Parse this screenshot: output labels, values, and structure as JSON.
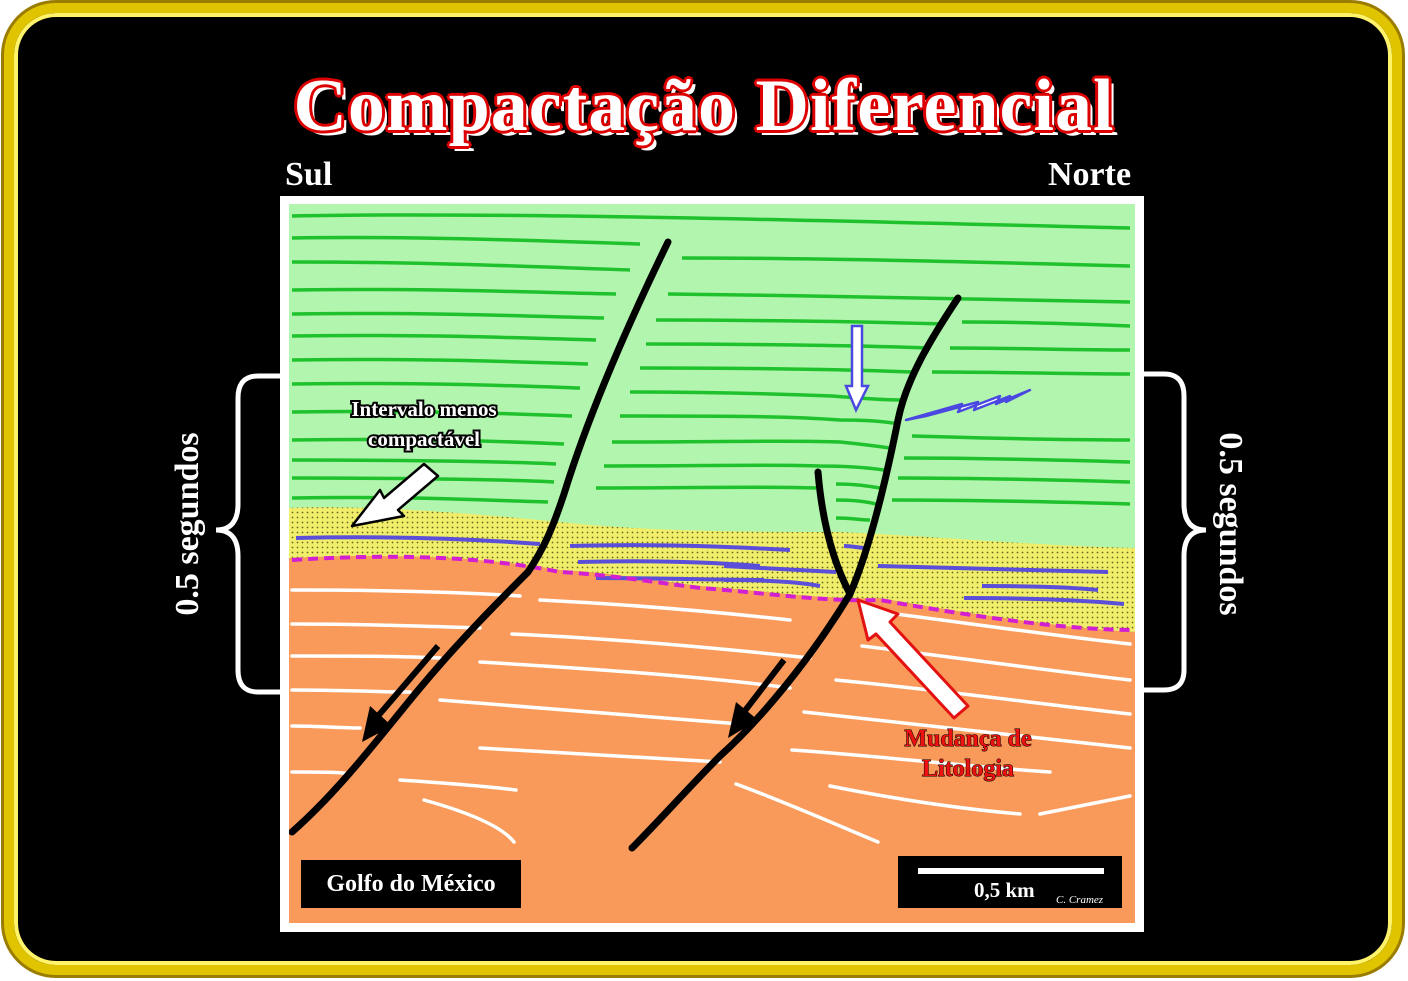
{
  "title": "Compactação Diferencial",
  "directions": {
    "left": "Sul",
    "right": "Norte"
  },
  "vertical_scale": {
    "left": "0.5 segundos",
    "right": "0.5 segundos"
  },
  "labels": {
    "menos_compactavel_1": "Intervalo menos",
    "menos_compactavel_2": "compactável",
    "mudanca_1": "Mudança de",
    "mudanca_2": "Litologia"
  },
  "location": "Golfo do México",
  "scale": "0,5 km",
  "credit": "C. Cramez",
  "colors": {
    "frame": "#e0c400",
    "upper_layer": "#b2f5ae",
    "middle_layer": "#f0ee6a",
    "lower_layer": "#f99a5a",
    "green_reflectors": "#1fc22c",
    "blue_reflectors": "#5b4fd9",
    "lithology_boundary": "#d21fd2",
    "faults": "#000000"
  }
}
